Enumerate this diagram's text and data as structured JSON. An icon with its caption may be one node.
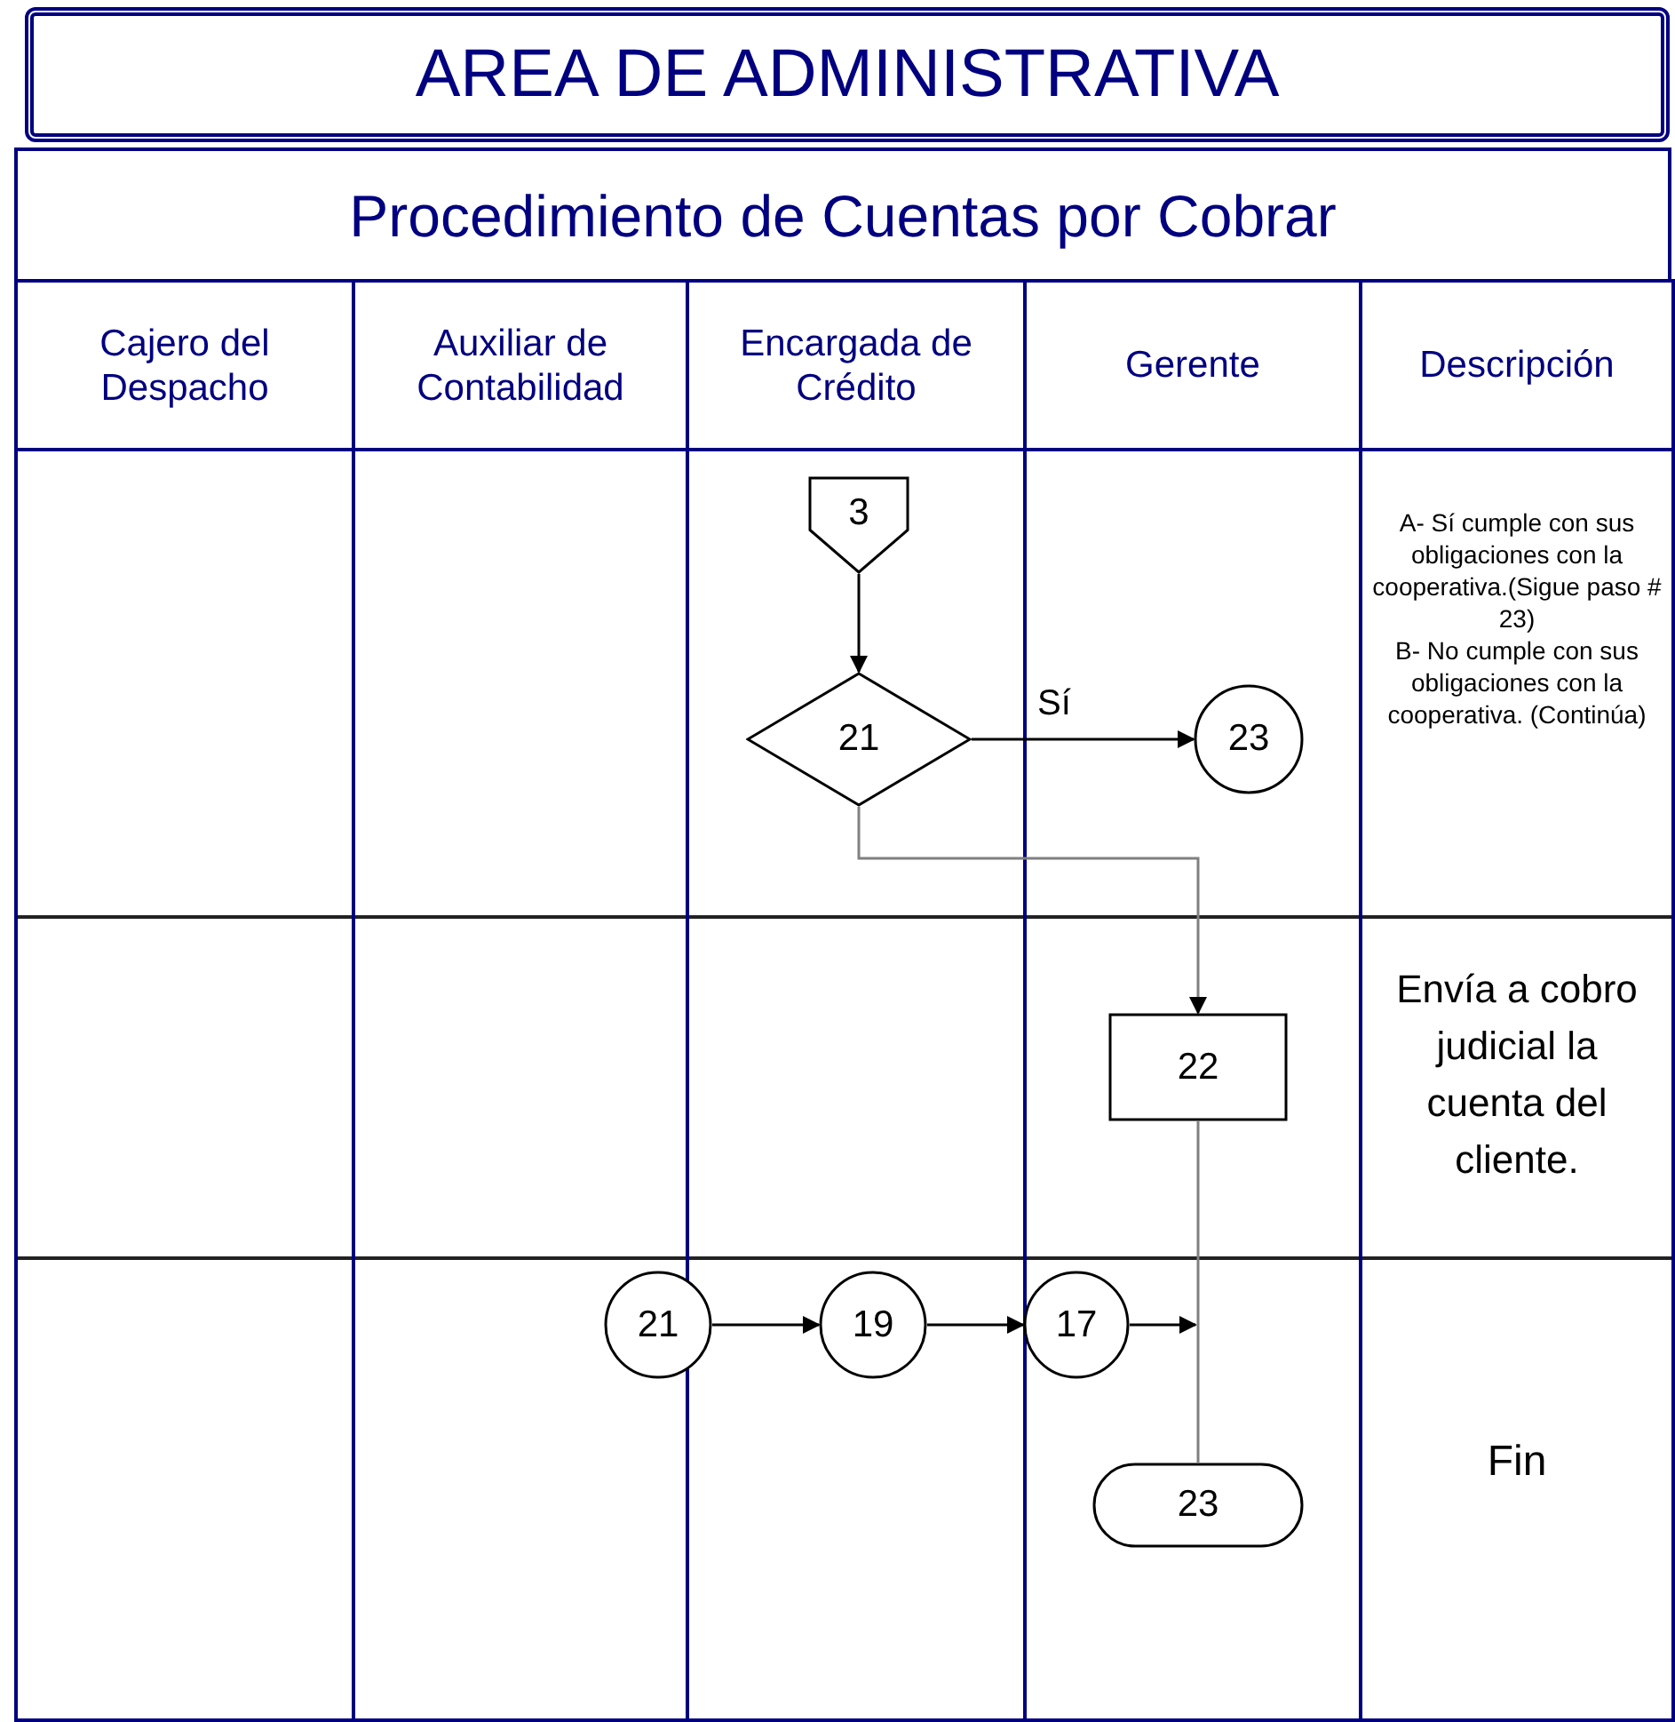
{
  "diagram": {
    "title": "AREA DE ADMINISTRATIVA",
    "nodes": [
      {
        "text": [
          "3"
        ]
      },
      {
        "text": [
          "21"
        ]
      },
      {
        "text": [
          "23"
        ]
      },
      {
        "text": [
          "22"
        ]
      },
      {
        "text": [
          "21"
        ]
      },
      {
        "text": [
          "19"
        ]
      },
      {
        "text": [
          "17"
        ]
      },
      {
        "text": [
          "23"
        ]
      }
    ],
    "edges": [
      {
        "from": 0,
        "to": 1,
        "arrow": "to"
      },
      {
        "from": 1,
        "to": 2,
        "arrow": "to",
        "label": "Sí"
      },
      {
        "from": 1,
        "to": 3,
        "arrow": "to",
        "color": "#808080"
      },
      {
        "from": 4,
        "to": 5,
        "arrow": "to"
      },
      {
        "from": 5,
        "to": 6,
        "arrow": "to"
      },
      {
        "from": 6,
        "to": null,
        "arrow": "to"
      },
      {
        "from": 3,
        "to": 7,
        "arrow": "none",
        "color": "#808080"
      }
    ],
    "labels": [
      "Procedimiento de Cuentas por Cobrar",
      "Cajero del Despacho",
      "Auxiliar de Contabilidad",
      "Encargada de Crédito",
      "Gerente",
      "Descripción",
      "A- Sí cumple con sus obligaciones con la cooperativa.(Sigue paso # 23)",
      "B- No cumple con sus obligaciones con la cooperativa. (Continúa)",
      "Envía a cobro judicial la cuenta del cliente.",
      "Fin"
    ]
  }
}
